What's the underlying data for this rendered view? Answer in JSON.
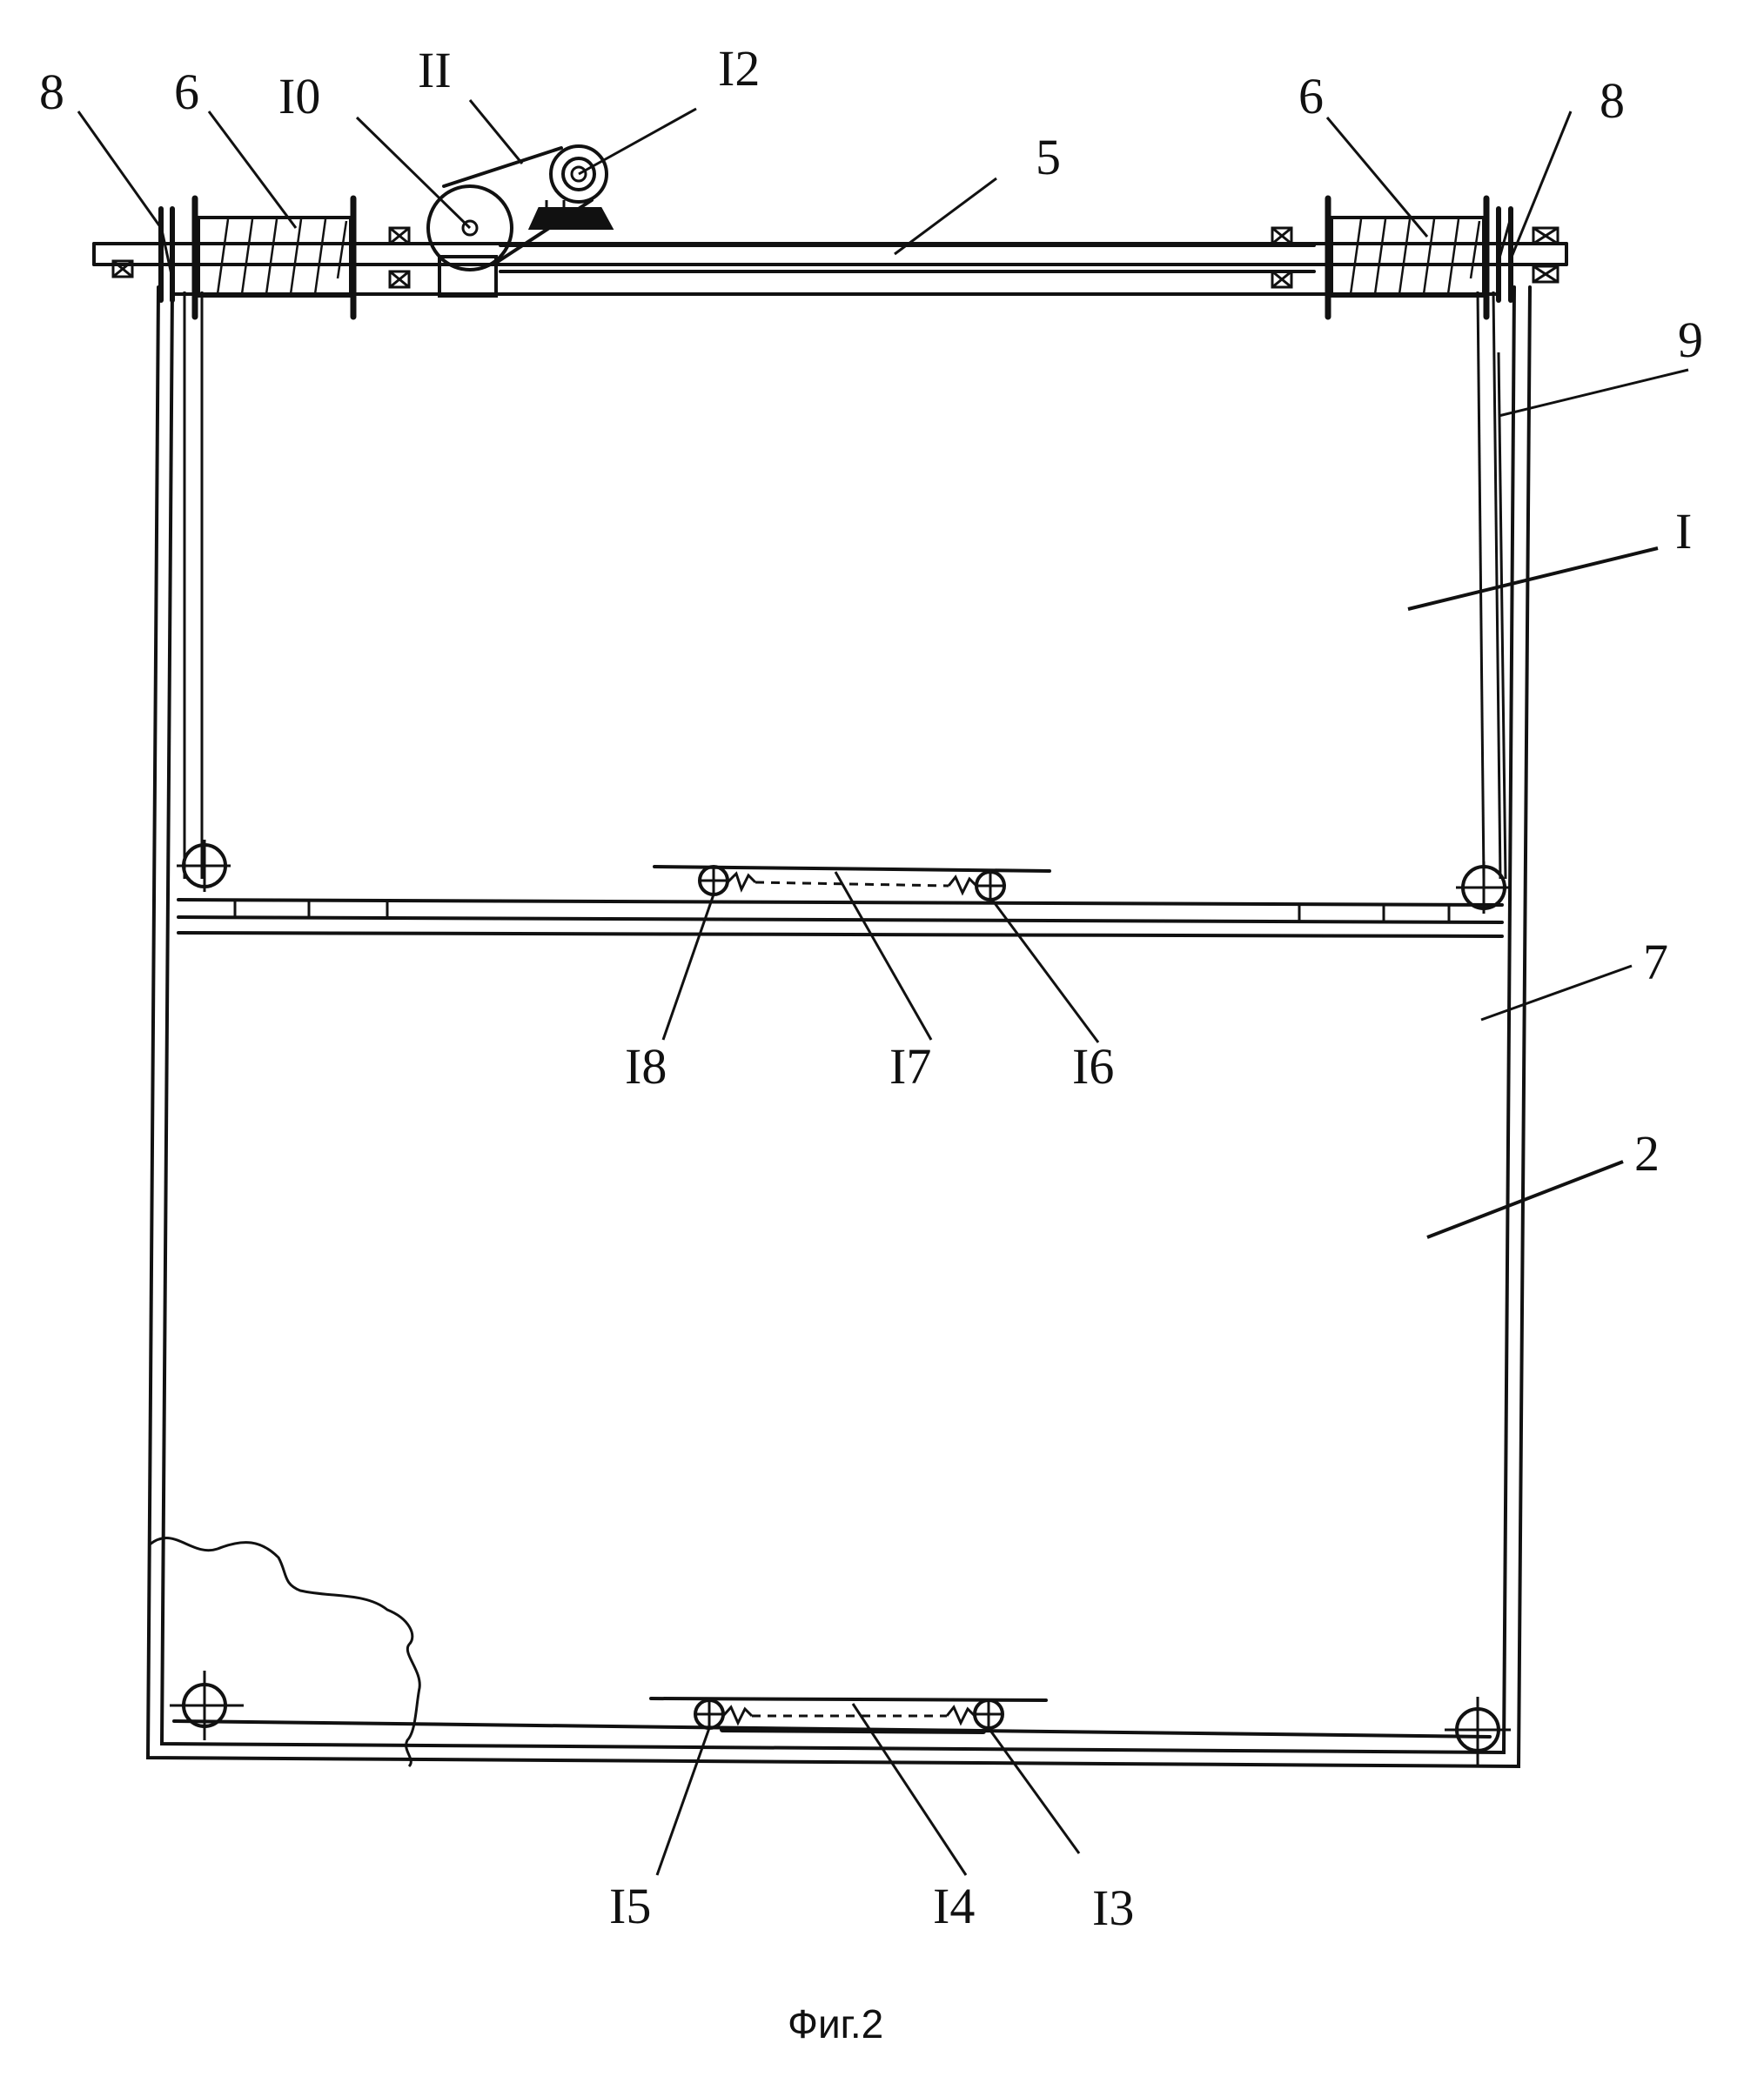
{
  "caption": "Фиг.2",
  "labels": {
    "l8_left": "8",
    "l6_left": "6",
    "l10": "I0",
    "l11": "II",
    "l12": "I2",
    "l5": "5",
    "l6_right": "6",
    "l8_right": "8",
    "l9": "9",
    "l1": "I",
    "l7": "7",
    "l2": "2",
    "l18": "I8",
    "l17": "I7",
    "l16": "I6",
    "l15": "I5",
    "l14": "I4",
    "l13": "I3"
  },
  "colors": {
    "ink": "#111111",
    "paper": "#ffffff"
  }
}
